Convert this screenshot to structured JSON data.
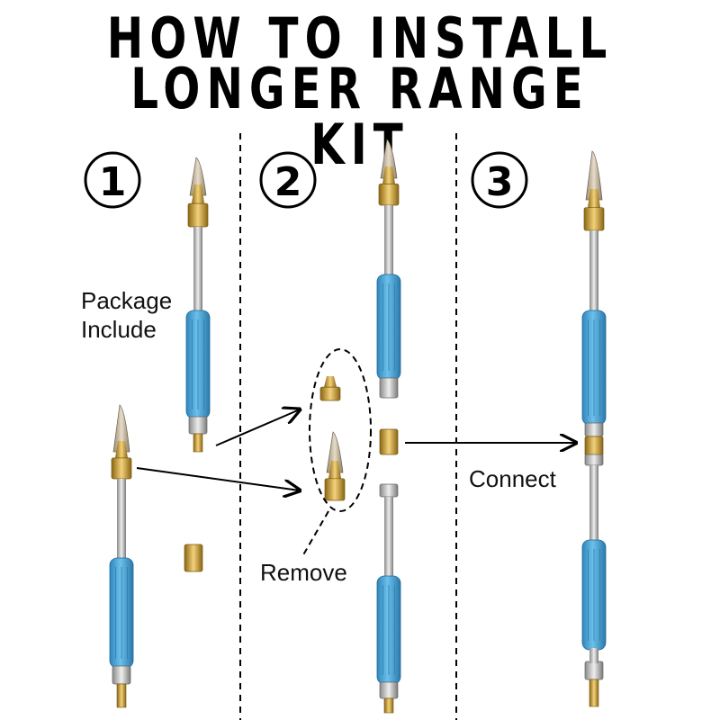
{
  "title": {
    "line1": "HOW TO INSTALL",
    "line2": "LONGER RANGE KIT"
  },
  "steps": [
    {
      "number": "1",
      "label_line1": "Package",
      "label_line2": "Include"
    },
    {
      "number": "2",
      "label": "Remove"
    },
    {
      "number": "3",
      "label": "Connect"
    }
  ],
  "colors": {
    "grip": "#4aa3d6",
    "brass": "#c9a23a",
    "steel": "#c8c8c8",
    "text": "#000000"
  }
}
